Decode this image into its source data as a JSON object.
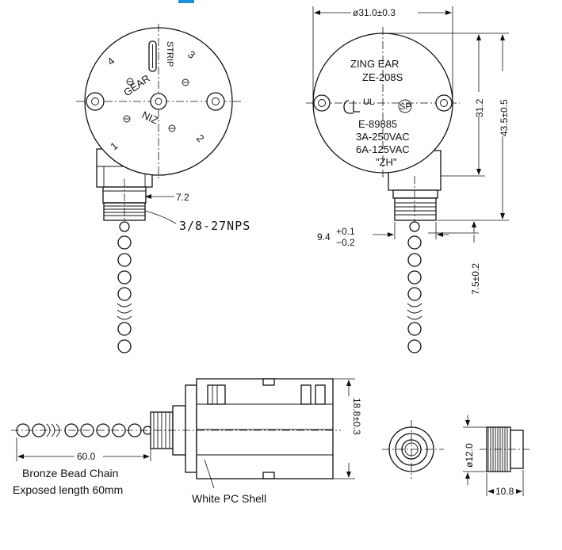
{
  "front_view": {
    "gear_label": "GEAR",
    "nizi_label": "NIZ",
    "strip_label": "STRIP",
    "pos_1": "1",
    "pos_2": "2",
    "pos_3": "3",
    "pos_4": "4",
    "dim_stem": "7.2",
    "thread": "3/8-27NPS"
  },
  "rear_view": {
    "brand": "ZING  EAR",
    "model": "ZE-208S",
    "file_no": "E-89885",
    "rating_1": "3A-250VAC",
    "rating_2": "6A-125VAC",
    "code": "\"ZH\"",
    "ul_mark": "UL",
    "csa_mark": "SP",
    "dim_diameter": "ø31.0±0.3",
    "dim_height_body": "31.2",
    "dim_height_total": "43.5±0.5",
    "dim_stem_width": "9.4",
    "dim_tol_plus": "+0.1",
    "dim_tol_minus": "−0.2",
    "dim_stem_len": "7.5±0.2"
  },
  "side_view": {
    "dim_chain": "60.0",
    "dim_width": "18.8±0.3",
    "chain_caption_1": "Bronze Bead Chain",
    "chain_caption_2": "Exposed length 60mm",
    "shell_caption": "White PC Shell"
  },
  "knob_view": {
    "dim_dia": "ø12.0",
    "dim_len": "10.8"
  }
}
